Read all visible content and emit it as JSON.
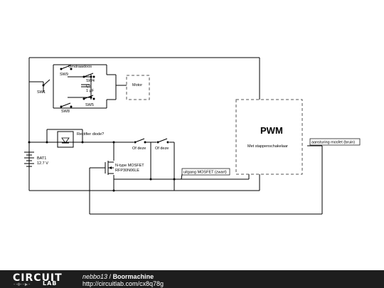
{
  "diagram": {
    "pwm_title": "PWM",
    "pwm_subtitle": "Met stappenschakelaar",
    "motor_label": "Motor",
    "omdraaidoos_label": "Omdraaidoos",
    "sw1": "SW1",
    "sw4": "SW4",
    "sw5": "SW5",
    "sw8": "SW8",
    "sw9": "SW9",
    "c1_name": "C1",
    "c1_value": "1 µF",
    "rectifier_label": "Rectifier diode?",
    "of_deze_1": "Of deze",
    "of_deze_2": "Of deze",
    "bat_name": "BAT1",
    "bat_value": "12.7 V",
    "mosfet_type": "N-type MOSFET",
    "mosfet_part": "RFP30N06LE",
    "uitgang_label": "uitgang MOSFET (zwart)",
    "aansturing_label": "aansturing mosfet (bruin)"
  },
  "footer": {
    "logo_top": "CIRCUIT",
    "logo_bottom": "LAB",
    "author": "nebbo13",
    "separator": " / ",
    "project": "Boormachine",
    "url": "http://circuitlab.com/cx8q78g"
  }
}
